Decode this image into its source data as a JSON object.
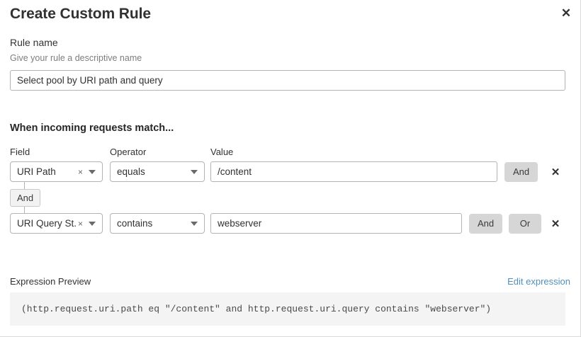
{
  "dialog": {
    "title": "Create Custom Rule",
    "close_label": "✕"
  },
  "rule_name": {
    "label": "Rule name",
    "helper": "Give your rule a descriptive name",
    "value": "Select pool by URI path and query",
    "placeholder": "Rule name"
  },
  "match_section": {
    "heading": "When incoming requests match...",
    "columns": {
      "field": "Field",
      "operator": "Operator",
      "value": "Value"
    },
    "connector": {
      "label": "And"
    },
    "rows": [
      {
        "field": "URI Path",
        "field_clear": "×",
        "operator": "equals",
        "value": "/content",
        "buttons": [
          "And"
        ],
        "delete_label": "✕"
      },
      {
        "field": "URI Query St...",
        "field_clear": "×",
        "operator": "contains",
        "value": "webserver",
        "buttons": [
          "And",
          "Or"
        ],
        "delete_label": "✕"
      }
    ]
  },
  "expression": {
    "label": "Expression Preview",
    "edit_link": "Edit expression",
    "code": "(http.request.uri.path eq \"/content\" and http.request.uri.query contains \"webserver\")"
  },
  "colors": {
    "link": "#4f8fbd",
    "text": "#313131",
    "muted": "#7d7d7d",
    "button_bg": "#d6d6d6",
    "code_bg": "#f4f4f4",
    "border": "#b3b3b3"
  }
}
